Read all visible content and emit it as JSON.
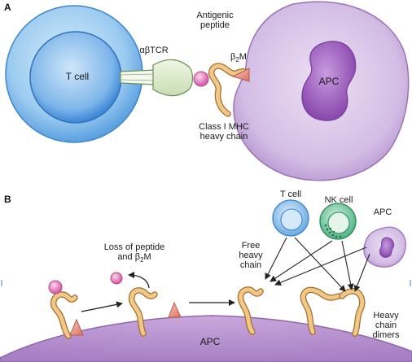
{
  "panels": {
    "a": {
      "letter": "A",
      "t_cell": "T cell",
      "apc": "APC",
      "tcr": "αβTCR",
      "antigenic_line1": "Antigenic",
      "antigenic_line2": "peptide",
      "b2m_prefix": "β",
      "b2m_sub": "2",
      "b2m_suffix": "M",
      "mhc_line1": "Class I MHC",
      "mhc_line2": "heavy chain"
    },
    "b": {
      "letter": "B",
      "loss_line1": "Loss of peptide",
      "loss_line2_prefix": "and β",
      "loss_line2_sub": "2",
      "loss_line2_suffix": "M",
      "free_line1": "Free",
      "free_line2": "heavy",
      "free_line3": "chain",
      "t_cell": "T cell",
      "nk_cell": "NK cell",
      "apc_cell": "APC",
      "heavy_line1": "Heavy",
      "heavy_line2": "chain",
      "heavy_line3": "dimers",
      "membrane_apc": "APC"
    }
  },
  "colors": {
    "t_cell_outer": "#6aaee6",
    "t_cell_inner": "#2f7fd0",
    "apc_fill": "#c7a6d9",
    "apc_nucleus": "#8f4fb0",
    "heavy_chain": "#e8b870",
    "peptide": "#e070b8",
    "b2m": "#e58a7a",
    "nk_cell": "#3fae7a"
  }
}
